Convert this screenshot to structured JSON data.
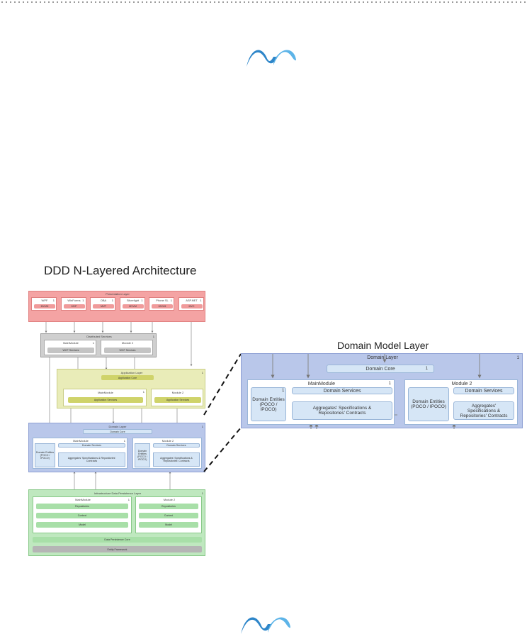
{
  "main_title": "DDD N-Layered Architecture",
  "presentation_layer": {
    "title": "Presentation Layer",
    "modules": [
      {
        "name": "WPF",
        "pattern": "MVVM"
      },
      {
        "name": "WinForms",
        "pattern": "MVP"
      },
      {
        "name": "OBA",
        "pattern": "MVP"
      },
      {
        "name": "Silverlight",
        "pattern": "MVVM"
      },
      {
        "name": "Phone SL",
        "pattern": "MVVM"
      },
      {
        "name": "ASP.NET",
        "pattern": "MVC"
      }
    ]
  },
  "distributed_services": {
    "title": "Distributed Services",
    "main_module": "MainModule",
    "main_service": "WCF Services",
    "module2": "Module 2",
    "module2_service": "WCF Services"
  },
  "application_layer": {
    "title": "Application Layer",
    "core": "Application Core",
    "main_module": "MainModule",
    "main_service": "Application Services",
    "module2": "Module 2",
    "module2_service": "Application Services"
  },
  "domain_layer": {
    "title": "Domain Layer",
    "core": "Domain Core",
    "main_module": "MainModule",
    "module2": "Module 2",
    "entities": "Domain Entities (POCO / IPOCO)",
    "services": "Domain Services",
    "aggregates": "Aggregates' Specifications & Repositories' Contracts"
  },
  "infrastructure_layer": {
    "title": "Infrastructure Data Persistence Layer",
    "main_module": "MainModule",
    "module2": "Module 2",
    "items": [
      "Repositories",
      "Context",
      "Model"
    ],
    "core": "Data Persistence Core",
    "framework": "Entity Framework"
  },
  "domain_model": {
    "title": "Domain Model Layer",
    "layer": "Domain Layer",
    "core": "Domain Core",
    "main_module": "MainModule",
    "module2": "Module 2",
    "entities": "Domain Entities (POCO / IPOCO)",
    "services": "Domain Services",
    "aggregates": "Aggregates' Specifications & Repositories' Contracts"
  },
  "marker": "1",
  "colors": {
    "presentation": "#f4a3a3",
    "distributed": "#c9c9c9",
    "application": "#e9ecb8",
    "domain": "#b9c7ea",
    "infrastructure": "#bfe8bf",
    "logo": "#2e86c9"
  }
}
